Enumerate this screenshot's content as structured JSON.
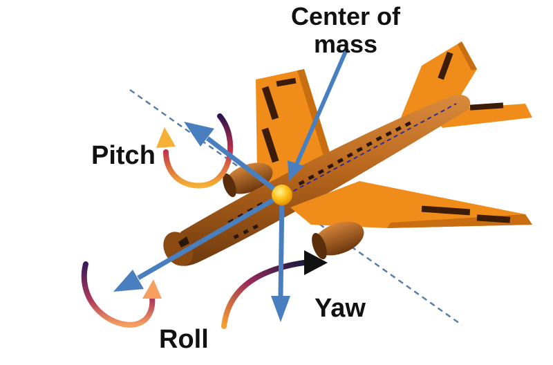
{
  "labels": {
    "center_of_mass_line1": "Center of",
    "center_of_mass_line2": "mass",
    "pitch": "Pitch",
    "roll": "Roll",
    "yaw": "Yaw"
  },
  "colors": {
    "fuselage": "#b8661c",
    "wing": "#f08c1a",
    "window": "#2a1608",
    "axis_arrow": "#4a7fbf",
    "dashed_axis": "#5b7ea8",
    "center_point": "#f6a700"
  }
}
